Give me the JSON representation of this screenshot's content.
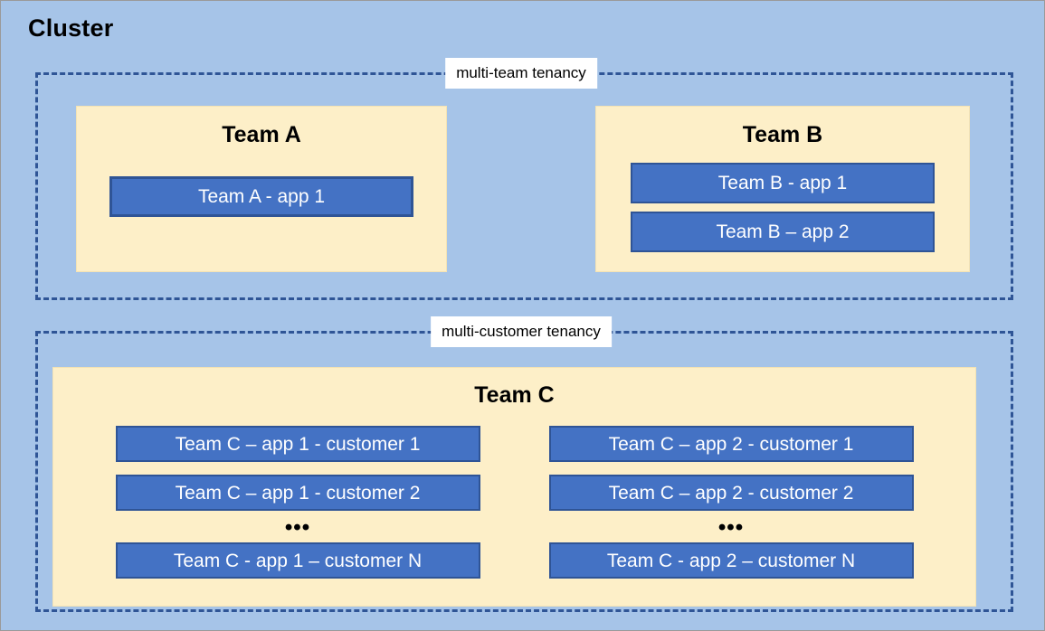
{
  "diagram": {
    "title": "Cluster",
    "colors": {
      "canvas_background": "#a6c4e8",
      "zone_border": "#2f5596",
      "team_panel_background": "#fdefc8",
      "app_box_fill": "#4472c4",
      "app_box_border": "#2f5496",
      "app_box_text": "#ffffff",
      "title_text": "#000000",
      "zone_label_background": "#ffffff"
    },
    "zones": [
      {
        "id": "multi-team-tenancy",
        "label": "multi-team tenancy",
        "teams": [
          {
            "id": "team-a",
            "title": "Team A",
            "apps": [
              {
                "label": "Team A - app 1"
              }
            ]
          },
          {
            "id": "team-b",
            "title": "Team B",
            "apps": [
              {
                "label": "Team B - app 1"
              },
              {
                "label": "Team B – app 2"
              }
            ]
          }
        ]
      },
      {
        "id": "multi-customer-tenancy",
        "label": "multi-customer tenancy",
        "teams": [
          {
            "id": "team-c",
            "title": "Team C",
            "columns": [
              {
                "id": "team-c-app-1",
                "apps": [
                  {
                    "label": "Team C – app 1 - customer 1"
                  },
                  {
                    "label": "Team C – app 1 - customer 2"
                  }
                ],
                "ellipsis": "•••",
                "last_app": {
                  "label": "Team C - app 1 – customer N"
                }
              },
              {
                "id": "team-c-app-2",
                "apps": [
                  {
                    "label": "Team C – app 2 - customer 1"
                  },
                  {
                    "label": "Team C – app 2 - customer 2"
                  }
                ],
                "ellipsis": "•••",
                "last_app": {
                  "label": "Team C - app 2 – customer N"
                }
              }
            ]
          }
        ]
      }
    ]
  }
}
